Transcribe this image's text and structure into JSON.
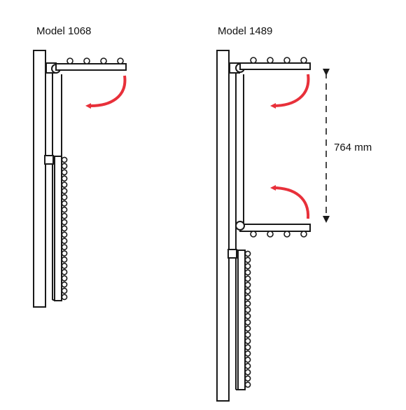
{
  "models": [
    {
      "title": "Model 1068"
    },
    {
      "title": "Model 1489"
    }
  ],
  "dimension": {
    "label": "764 mm"
  },
  "colors": {
    "line": "#1a1a1a",
    "arrow": "#e8303a",
    "background": "#ffffff"
  }
}
